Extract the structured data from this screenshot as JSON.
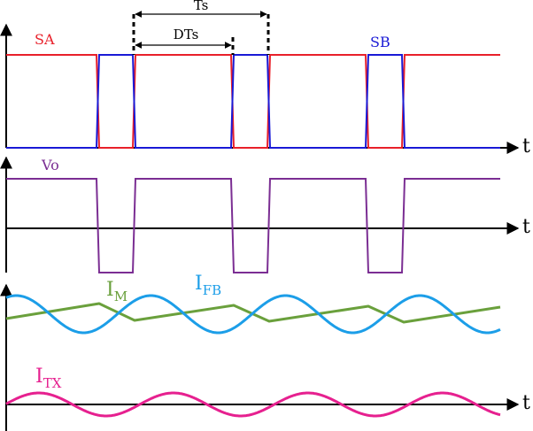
{
  "labels": {
    "sa": "SA",
    "sb": "SB",
    "ts": "Ts",
    "dts": "DTs",
    "vo": "Vo",
    "t1": "t",
    "t2": "t",
    "t3": "t",
    "im_main": "I",
    "im_sub": "M",
    "ifb_main": "I",
    "ifb_sub": "FB",
    "itx_main": "I",
    "itx_sub": "TX"
  },
  "colors": {
    "sa": "#e8202a",
    "sb": "#1a1ad6",
    "vo": "#7b2e93",
    "im": "#6aa03c",
    "ifb": "#1c9ee8",
    "itx": "#e6208f",
    "axis": "#000000"
  }
}
